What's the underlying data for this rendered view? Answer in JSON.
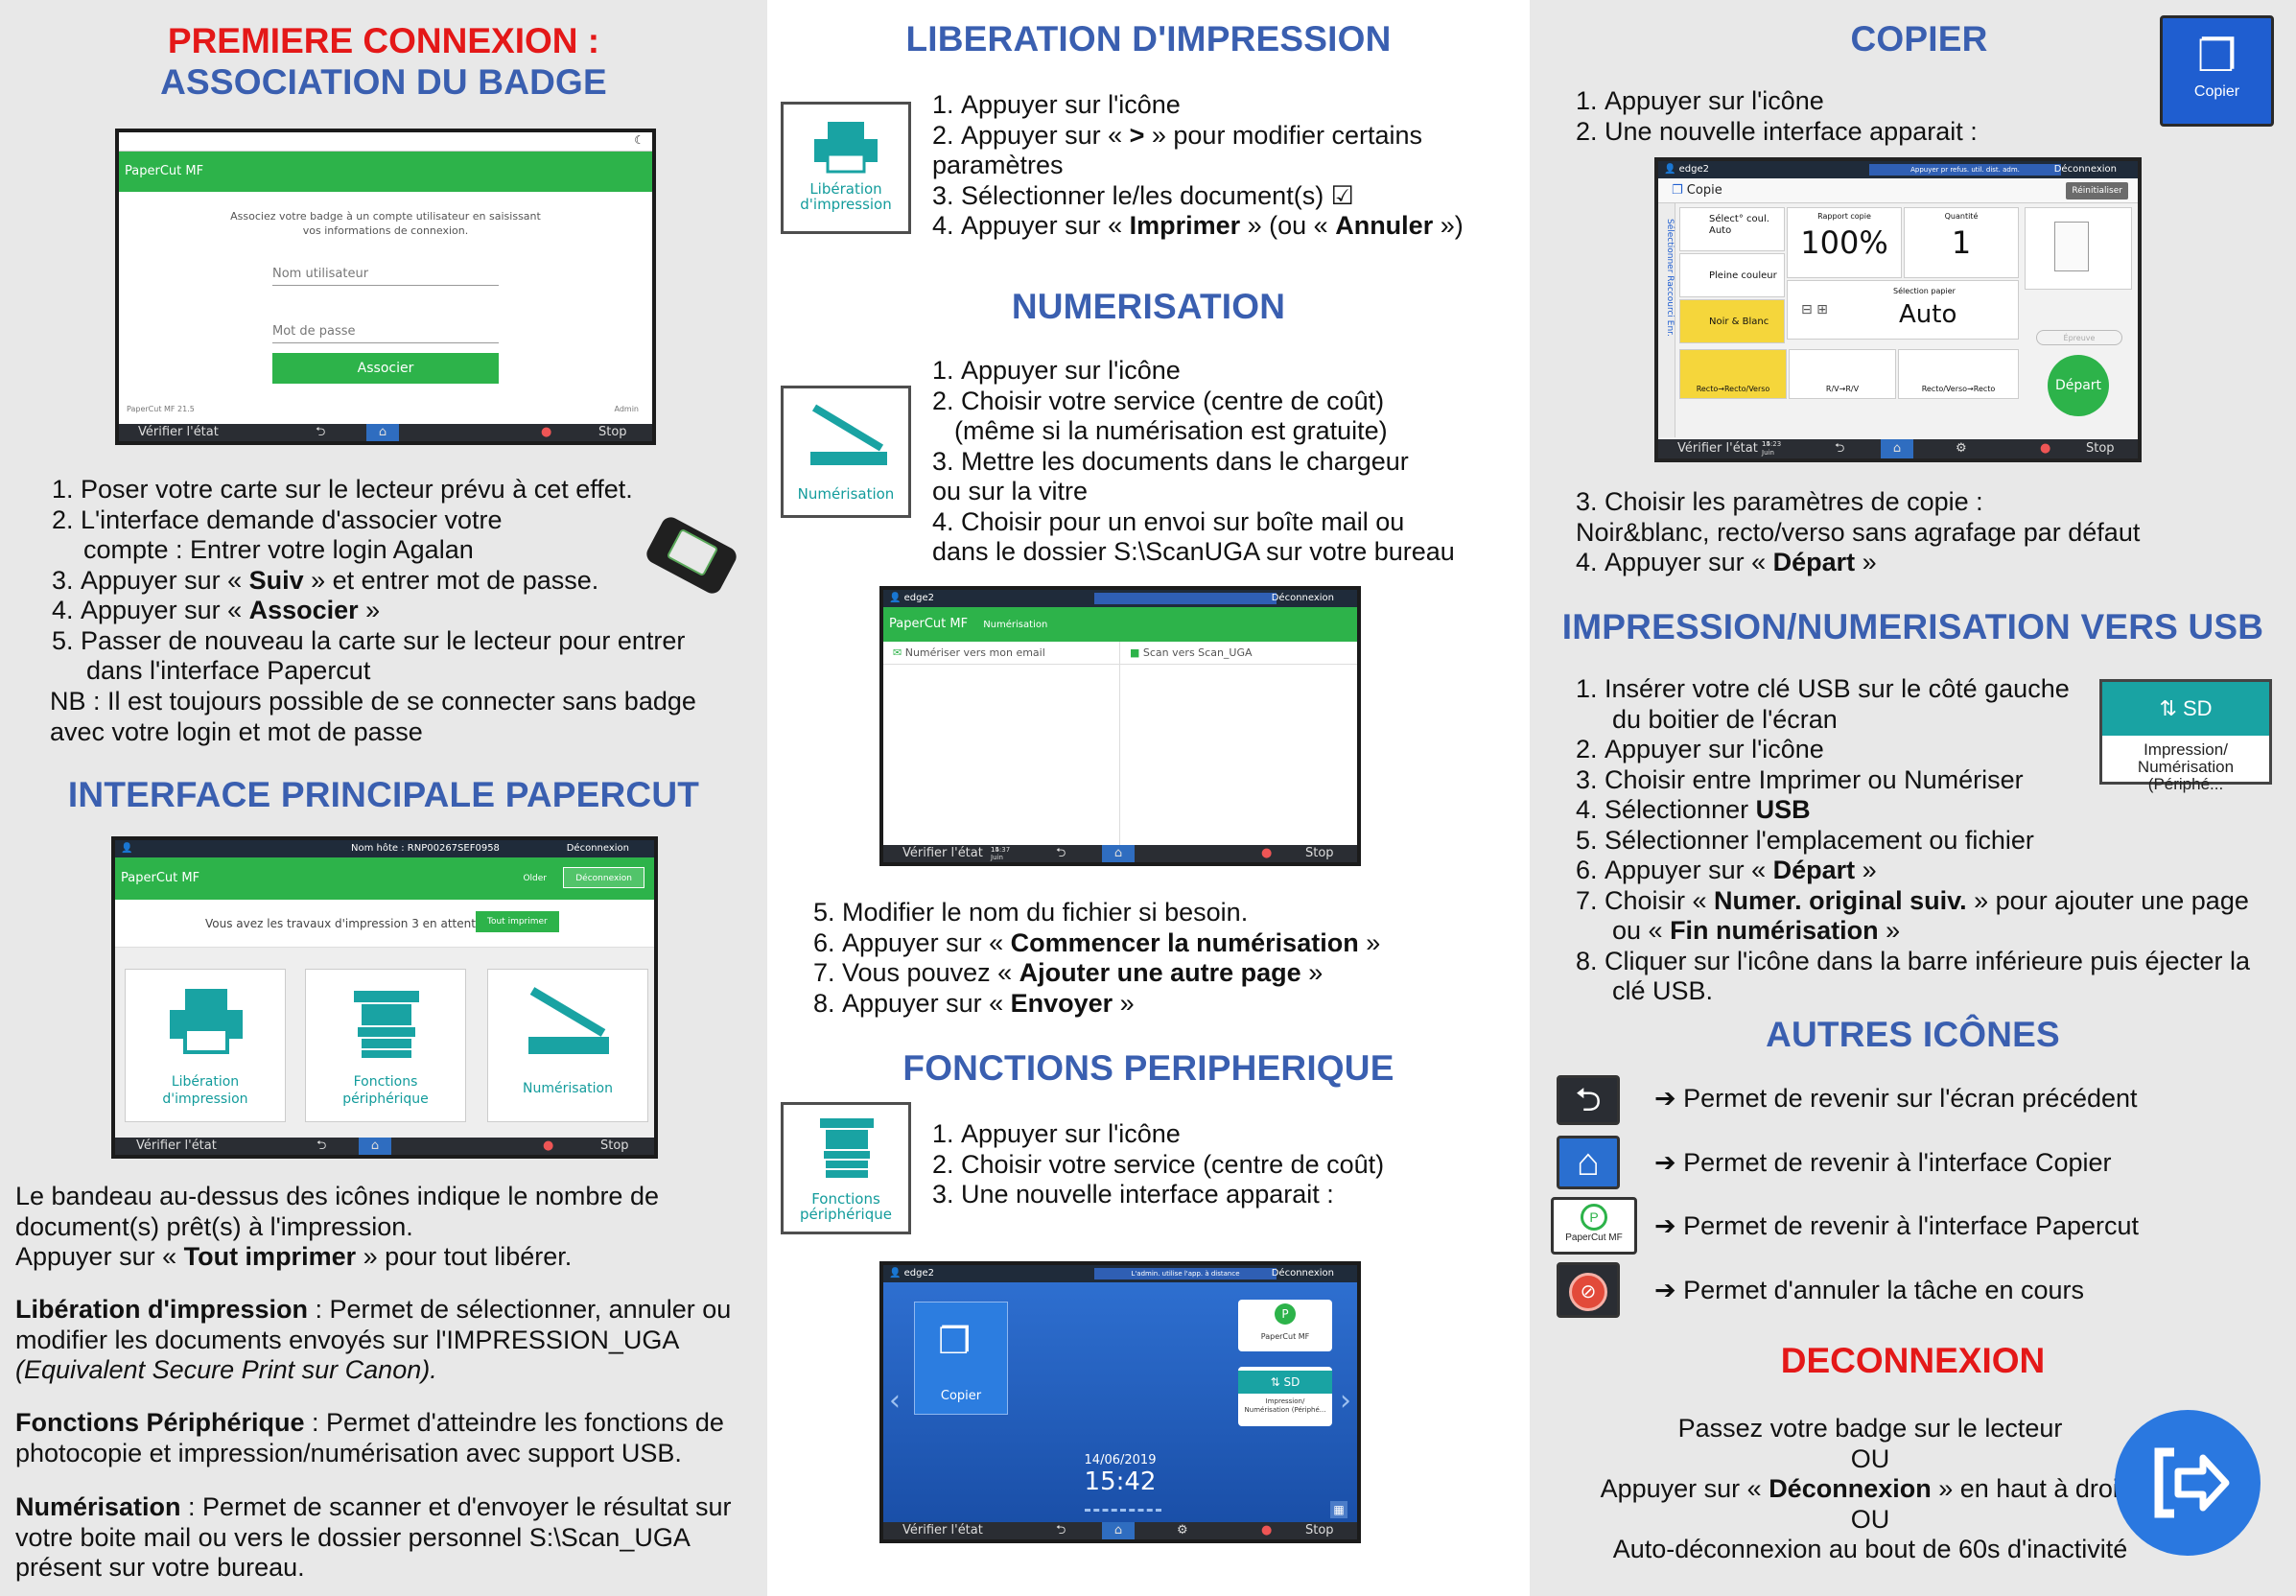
{
  "left": {
    "title_red": "PREMIERE CONNEXION :",
    "title_blue": "ASSOCIATION DU BADGE",
    "login_screen": {
      "brand": "PaperCut MF",
      "prompt1": "Associez votre badge à un compte utilisateur en saisissant",
      "prompt2": "vos informations de connexion.",
      "user_placeholder": "Nom utilisateur",
      "pass_placeholder": "Mot de passe",
      "associate_button": "Associer",
      "footer_left": "PaperCut MF 21.5",
      "footer_right": "Admin",
      "status_label": "Vérifier l'état",
      "stop_label": "Stop"
    },
    "steps": [
      {
        "n": "1.",
        "text": "Poser votre carte sur le lecteur prévu à cet effet."
      },
      {
        "n": "2.",
        "text": "L'interface demande d'associer votre",
        "cont": "compte : Entrer votre login Agalan"
      },
      {
        "n": "3.",
        "pre": "Appuyer sur « ",
        "bold": "Suiv",
        "post": " » et entrer mot de passe."
      },
      {
        "n": "4.",
        "pre": "Appuyer sur « ",
        "bold": "Associer",
        "post": " »"
      },
      {
        "n": "5.",
        "text": "Passer de nouveau la carte sur le lecteur pour entrer",
        "cont": "dans l'interface Papercut"
      }
    ],
    "nb_line1": "NB : Il est toujours possible de se connecter sans badge",
    "nb_line2": "avec votre login et mot de passe",
    "title_interface": "INTERFACE PRINCIPALE PAPERCUT",
    "main_screen": {
      "host": "Nom hôte : RNP00267SEF0958",
      "logout": "Déconnexion",
      "brand": "PaperCut MF",
      "older": "Older",
      "pending_pre": "Vous avez ",
      "pending_mid": "les travaux d'impression 3",
      "pending_post": " en attente",
      "print_all": "Tout imprimer",
      "tile1_l1": "Libération",
      "tile1_l2": "d'impression",
      "tile2_l1": "Fonctions",
      "tile2_l2": "périphérique",
      "tile3": "Numérisation",
      "status_label": "Vérifier l'état",
      "stop_label": "Stop"
    },
    "para1_l1": "Le bandeau au-dessus des icônes indique le nombre de",
    "para1_l2": "document(s) prêt(s) à l'impression.",
    "para1_l3_pre": "Appuyer sur « ",
    "para1_l3_bold": "Tout imprimer",
    "para1_l3_post": " » pour tout libérer.",
    "para2_bold": "Libération d'impression",
    "para2_l1": " : Permet de sélectionner, annuler ou",
    "para2_l2": "modifier les documents envoyés sur l'IMPRESSION_UGA",
    "para2_l3": "(Equivalent Secure Print sur Canon).",
    "para3_bold": "Fonctions Périphérique",
    "para3_l1": " : Permet d'atteindre les fonctions de",
    "para3_l2": "photocopie et impression/numérisation avec support USB.",
    "para4_bold": "Numérisation",
    "para4_l1": " : Permet de scanner et d'envoyer le résultat sur",
    "para4_l2": "votre boite mail ou vers le dossier personnel S:\\Scan_UGA",
    "para4_l3": "présent sur votre bureau."
  },
  "middle": {
    "title_liberation": "LIBERATION D'IMPRESSION",
    "icon_liberation_l1": "Libération",
    "icon_liberation_l2": "d'impression",
    "lib_steps": {
      "s1": "Appuyer sur l'icône",
      "s2_pre": "Appuyer sur « ",
      "s2_bold": ">",
      "s2_post": " » pour modifier certains",
      "s2_cont": "paramètres",
      "s3": "Sélectionner le/les document(s) ☑",
      "s4_pre": "Appuyer sur « ",
      "s4_bold1": "Imprimer",
      "s4_mid": " » (ou « ",
      "s4_bold2": "Annuler",
      "s4_post": " »)"
    },
    "title_numerisation": "NUMERISATION",
    "icon_num_label": "Numérisation",
    "num_steps": {
      "s1": "Appuyer sur l'icône",
      "s2": "Choisir votre service (centre de coût)",
      "s2_cont": "(même si la numérisation est gratuite)",
      "s3": "Mettre les documents dans le chargeur",
      "s3_cont": "ou sur la vitre",
      "s4": "Choisir pour un envoi sur boîte mail ou",
      "s4_cont": "dans le dossier S:\\ScanUGA sur votre bureau"
    },
    "scan_screen": {
      "user": "edge2",
      "logout": "Déconnexion",
      "brand": "PaperCut MF",
      "section": "Numérisation",
      "opt1": "Numériser vers mon email",
      "opt2": "Scan vers Scan_UGA",
      "status_label": "Vérifier l'état",
      "date": "14 Juin 2019",
      "time": "15:37",
      "stop_label": "Stop"
    },
    "num_steps2": [
      {
        "n": "5.",
        "text": "Modifier le nom du fichier si besoin."
      },
      {
        "n": "6.",
        "pre": "Appuyer sur « ",
        "bold": "Commencer la numérisation",
        "post": " »"
      },
      {
        "n": "7.",
        "pre": "Vous pouvez « ",
        "bold": "Ajouter une autre page",
        "post": " »"
      },
      {
        "n": "8.",
        "pre": "Appuyer sur « ",
        "bold": "Envoyer",
        "post": " »"
      }
    ],
    "title_fonctions": "FONCTIONS PERIPHERIQUE",
    "icon_fonc_l1": "Fonctions",
    "icon_fonc_l2": "périphérique",
    "fonc_steps": {
      "s1": "Appuyer sur l'icône",
      "s2": "Choisir votre service (centre de coût)",
      "s3": "Une nouvelle interface apparait :"
    },
    "home_screen": {
      "user": "edge2",
      "notice": "L'admin. utilise l'app. à distance",
      "logout": "Déconnexion",
      "copy_label": "Copier",
      "papercut_label": "PaperCut MF",
      "usb_l1": "Impression/",
      "usb_l2": "Numérisation (Périphé...",
      "date": "14/06/2019",
      "time": "15:42",
      "status_label": "Vérifier l'état",
      "stop_label": "Stop"
    }
  },
  "right": {
    "title_copier": "COPIER",
    "copier_icon_label": "Copier",
    "copy_steps": {
      "s1": "Appuyer sur l'icône",
      "s2": "Une nouvelle interface apparait :"
    },
    "copy_screen": {
      "user": "edge2",
      "notice": "Appuyer pr refus. util. dist. adm.",
      "logout": "Déconnexion",
      "title": "Copie",
      "reset": "Réinitialiser",
      "side_tab": "Sélectionner Raccourci Enr.",
      "color_auto_l1": "Sélect° coul.",
      "color_auto_l2": "Auto",
      "full_color": "Pleine couleur",
      "bw": "Noir & Blanc",
      "ratio_label": "Rapport copie",
      "ratio_value": "100%",
      "qty_label": "Quantité",
      "qty_value": "1",
      "paper_label": "Sélection papier",
      "paper_value": "Auto",
      "duplex1": "Recto→Recto/Verso",
      "duplex2": "R/V→R/V",
      "duplex3": "Recto/Verso→Recto",
      "preview": "Épreuve",
      "start": "Départ",
      "status_label": "Vérifier l'état",
      "date": "14 Juin 2019",
      "time": "15:23",
      "stop_label": "Stop"
    },
    "copy_steps2": {
      "s3": "Choisir les paramètres de copie :",
      "s3_cont": "Noir&blanc, recto/verso sans agrafage par défaut",
      "s4_pre": "Appuyer sur « ",
      "s4_bold": "Départ",
      "s4_post": " »"
    },
    "title_usb": "IMPRESSION/NUMERISATION VERS USB",
    "usb_icon_l1": "Impression/",
    "usb_icon_l2": "Numérisation (Périphé...",
    "usb_steps": {
      "s1": "Insérer votre clé USB sur le côté gauche",
      "s1_cont": "du boitier de l'écran",
      "s2": "Appuyer sur l'icône",
      "s3": "Choisir entre Imprimer ou Numériser",
      "s4_pre": "Sélectionner ",
      "s4_bold": "USB",
      "s5": "Sélectionner l'emplacement ou fichier",
      "s6_pre": "Appuyer sur « ",
      "s6_bold": "Départ",
      "s6_post": " »",
      "s7_pre": "Choisir « ",
      "s7_bold1": "Numer. original suiv.",
      "s7_mid": " » pour ajouter une page",
      "s7_cont_pre": "ou « ",
      "s7_bold2": "Fin numérisation",
      "s7_cont_post": " »",
      "s8": "Cliquer sur l'icône dans la barre inférieure puis éjecter la",
      "s8_cont": "clé USB."
    },
    "title_autres": "AUTRES ICÔNES",
    "other_icons": [
      {
        "icon": "back-arrow-icon",
        "text": "➔ Permet de revenir sur l'écran précédent"
      },
      {
        "icon": "home-icon",
        "text": "➔ Permet de revenir à l'interface Copier"
      },
      {
        "icon": "papercut-icon",
        "label": "PaperCut MF",
        "text": "➔ Permet de revenir à l'interface Papercut"
      },
      {
        "icon": "stop-icon",
        "text": "➔ Permet d'annuler la tâche en cours"
      }
    ],
    "title_deconnexion": "DECONNEXION",
    "deco_l1": "Passez votre badge sur le lecteur",
    "deco_l2": "OU",
    "deco_l3_pre": "Appuyer sur « ",
    "deco_l3_bold": "Déconnexion",
    "deco_l3_post": " » en haut à droite",
    "deco_l4": "OU",
    "deco_l5": "Auto-déconnexion au bout de 60s d'inactivité"
  },
  "colors": {
    "title_blue": "#3a5fb0",
    "title_red": "#e41818",
    "papercut_green": "#2db34a",
    "teal_icon": "#1aa6a6",
    "panel_grey": "#e8e8e8"
  }
}
